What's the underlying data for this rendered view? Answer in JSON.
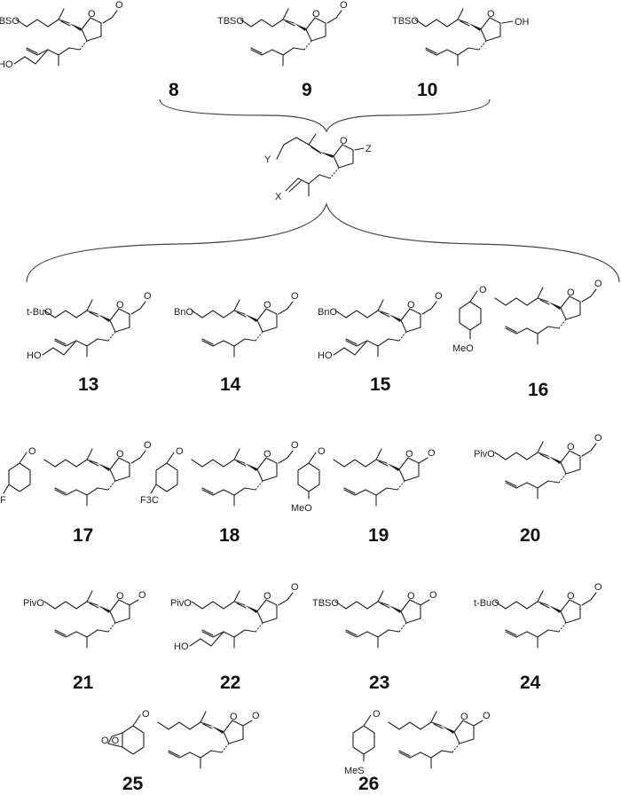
{
  "compounds": [
    {
      "id": "8",
      "left": "TBSO",
      "bottom": "HO",
      "right": "O",
      "ring": "O"
    },
    {
      "id": "9",
      "left": "TBSO",
      "right": "O",
      "ring": "O"
    },
    {
      "id": "10",
      "left": "TBSO",
      "right": "OH",
      "ring": "O"
    },
    {
      "id": "13",
      "left": "t-BuO",
      "bottom": "HO",
      "right": "O",
      "ring": "O"
    },
    {
      "id": "14",
      "left": "BnO",
      "right": "O",
      "ring": "O"
    },
    {
      "id": "15",
      "left": "BnO",
      "bottom": "HO",
      "right": "O",
      "ring": "O"
    },
    {
      "id": "16",
      "left": "O",
      "aryl": "MeO",
      "right": "O",
      "ring": "O"
    },
    {
      "id": "17",
      "left": "O",
      "aryl": "F",
      "right": "O",
      "ring": "O"
    },
    {
      "id": "18",
      "left": "O",
      "aryl": "F3C",
      "right": "O",
      "ring": "O"
    },
    {
      "id": "19",
      "left": "O",
      "aryl": "MeO",
      "right": "O",
      "ring": "O"
    },
    {
      "id": "20",
      "left": "PivO",
      "right": "O",
      "ring": "O"
    },
    {
      "id": "21",
      "left": "PivO",
      "right": "O",
      "ring": "O"
    },
    {
      "id": "22",
      "left": "PivO",
      "bottom": "HO",
      "right": "O",
      "ring": "O"
    },
    {
      "id": "23",
      "left": "TBSO",
      "right": "O",
      "ring": "O"
    },
    {
      "id": "24",
      "left": "t-BuO",
      "right": "O",
      "ring": "O"
    },
    {
      "id": "25",
      "left": "O",
      "aryl": "O O",
      "right": "O",
      "ring": "O"
    },
    {
      "id": "26",
      "left": "O",
      "aryl": "MeS",
      "right": "O",
      "ring": "O"
    }
  ],
  "central": {
    "y": "Y",
    "x": "X",
    "z": "Z",
    "ring": "O"
  }
}
